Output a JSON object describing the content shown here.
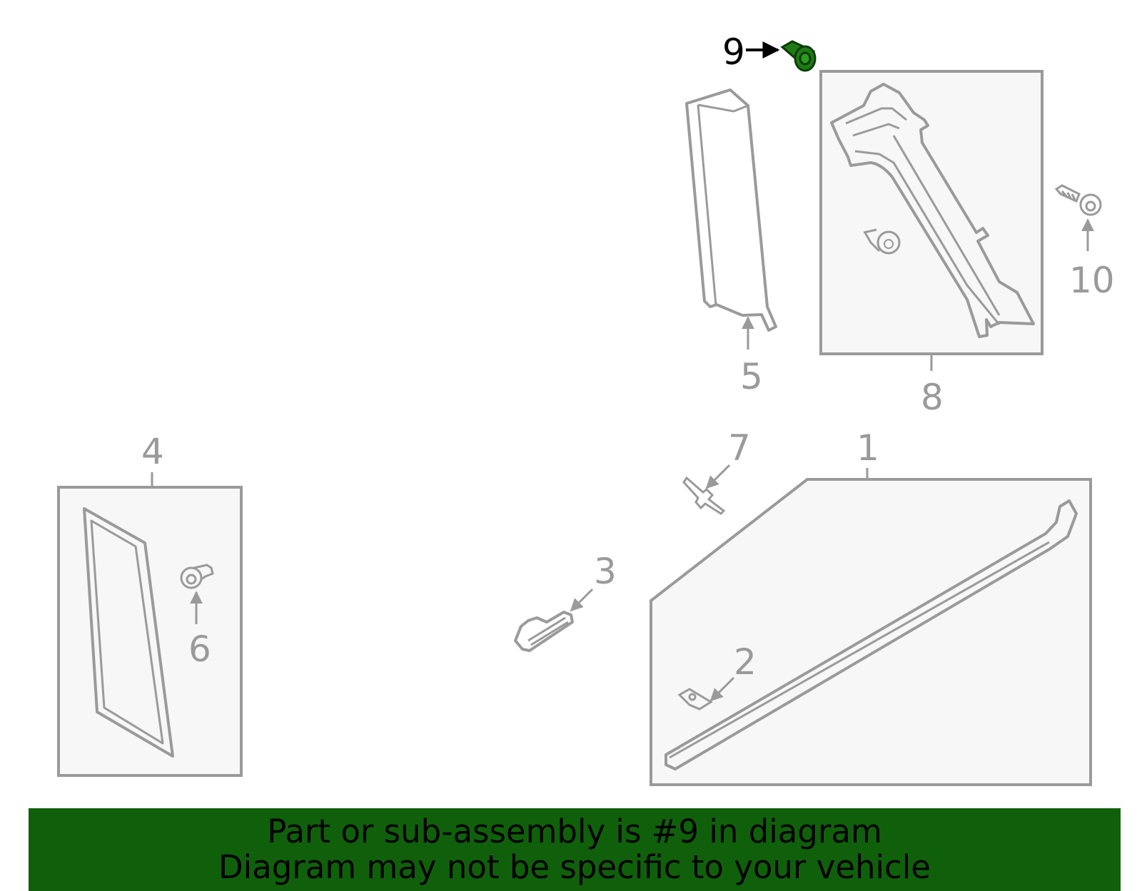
{
  "diagram": {
    "highlighted_part": "9",
    "callouts": {
      "c1": "1",
      "c2": "2",
      "c3": "3",
      "c4": "4",
      "c5": "5",
      "c6": "6",
      "c7": "7",
      "c8": "8",
      "c9": "9",
      "c10": "10"
    },
    "colors": {
      "outline": "#9a9a9a",
      "box_fill": "#f7f7f7",
      "highlight": "#1f7a14",
      "banner_bg": "#10600b"
    }
  },
  "banner": {
    "line1": "Part or sub-assembly is #9 in diagram",
    "line2": "Diagram may not be specific to your vehicle"
  }
}
